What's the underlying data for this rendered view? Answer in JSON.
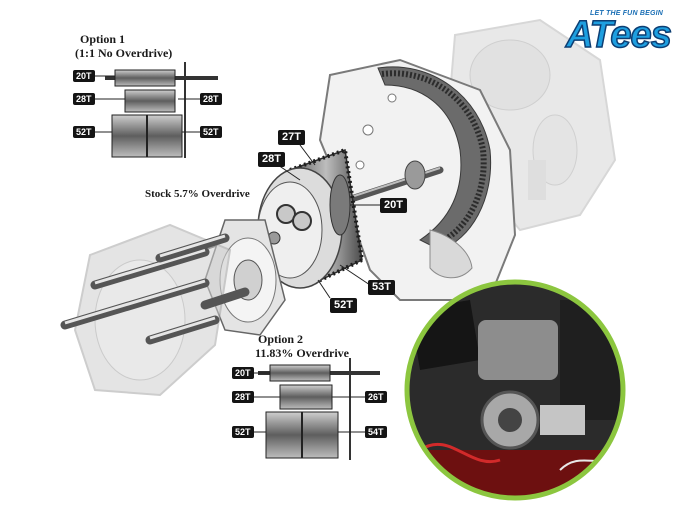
{
  "logo": {
    "tagline": "LET THE FUN BEGIN",
    "wordmark": "ATees",
    "colors": {
      "primary": "#1e9fe0",
      "outline": "#0d3e73"
    }
  },
  "option1": {
    "title": "Option 1",
    "subtitle": "(1:1 No Overdrive)",
    "labels": [
      "20T",
      "28T",
      "28T",
      "52T",
      "52T"
    ]
  },
  "stock": {
    "title": "Stock 5.7% Overdrive",
    "labels": [
      "27T",
      "28T",
      "20T",
      "53T",
      "52T"
    ]
  },
  "option2": {
    "title": "Option 2",
    "subtitle": "11.83% Overdrive",
    "labels": [
      "20T",
      "28T",
      "26T",
      "52T",
      "54T"
    ]
  },
  "colors": {
    "gear_dark": "#4a4a4a",
    "gear_light": "#9a9a9a",
    "ghost": "#c8c8c8",
    "inset_ring": "#8cc63f"
  }
}
